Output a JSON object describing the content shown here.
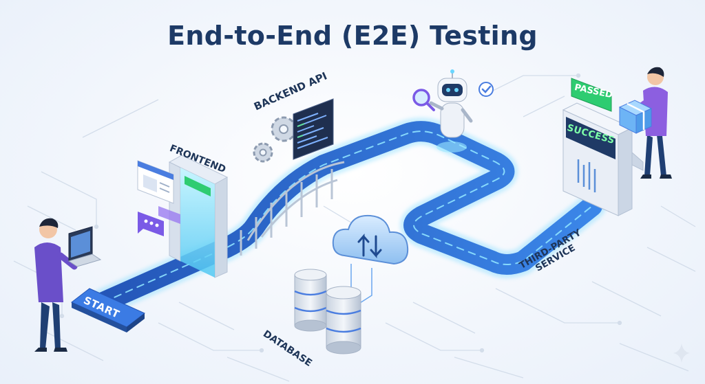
{
  "title": "End-to-End (E2E) Testing",
  "labels": {
    "frontend": "FRONTEND",
    "backend_api": "BACKEND API",
    "database": "DATABASE",
    "third_party_line1": "THIRD-PARTY",
    "third_party_line2": "SERVICE",
    "start": "START",
    "passed": "PASSED",
    "success": "SUCCESS"
  },
  "colors": {
    "title": "#1d3a66",
    "path_blue": "#2f6fd8",
    "glow": "#6ad6ff",
    "success_green": "#2ecc71",
    "person_shirt": "#6a4fc9",
    "person_pants": "#1f3f73"
  },
  "icons": [
    "laptop-icon",
    "gear-icon",
    "code-window-icon",
    "magnifier-icon",
    "checkmark-icon",
    "cloud-sync-icon",
    "database-icon",
    "package-icon",
    "chat-bubble-icon",
    "robot-icon"
  ]
}
